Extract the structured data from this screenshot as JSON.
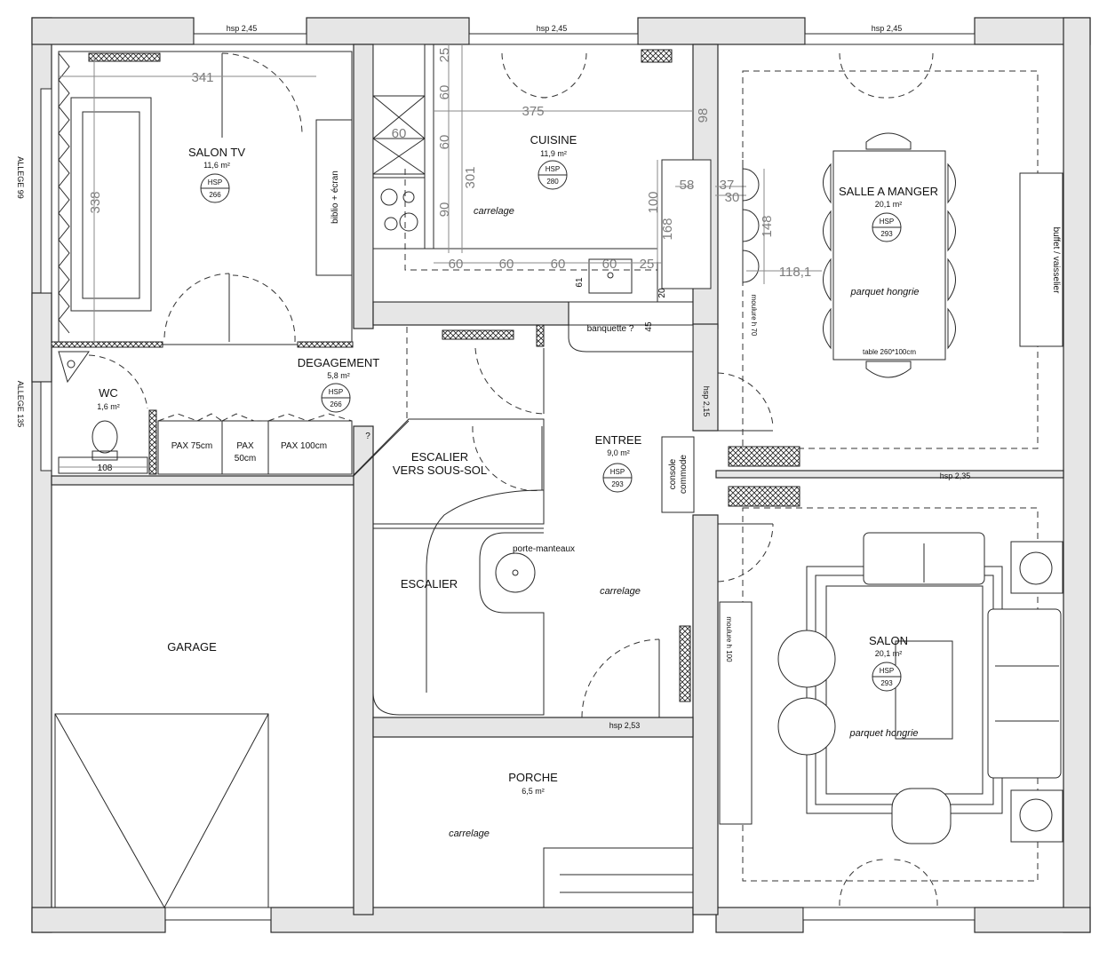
{
  "rooms": {
    "salon_tv": {
      "name": "SALON TV",
      "area": "11,6 m²",
      "hsp": "266"
    },
    "cuisine": {
      "name": "CUISINE",
      "area": "11,9 m²",
      "hsp": "280"
    },
    "salle_a_manger": {
      "name": "SALLE A MANGER",
      "area": "20,1 m²",
      "hsp": "293"
    },
    "degagement": {
      "name": "DEGAGEMENT",
      "area": "5,8 m²",
      "hsp": "266"
    },
    "wc": {
      "name": "WC",
      "area": "1,6 m²"
    },
    "entree": {
      "name": "ENTREE",
      "area": "9,0 m²",
      "hsp": "293"
    },
    "escalier_sous_sol": {
      "line1": "ESCALIER",
      "line2": "VERS SOUS-SOL"
    },
    "escalier": {
      "name": "ESCALIER"
    },
    "garage": {
      "name": "GARAGE"
    },
    "salon": {
      "name": "SALON",
      "area": "20,1 m²",
      "hsp": "293"
    },
    "porche": {
      "name": "PORCHE",
      "area": "6,5 m²"
    }
  },
  "hsp_label": "HSP",
  "ceiling_heights": {
    "top_left": "hsp 2,45",
    "top_middle": "hsp 2,45",
    "top_right": "hsp 2,45",
    "entree_side": "hsp 2,15",
    "salon_divider": "hsp 2,35",
    "front_door": "hsp 2,53"
  },
  "sills": {
    "left_top": "ALLEGE 99",
    "left_middle": "ALLEGE 135"
  },
  "furniture": {
    "biblio": "biblio + écran",
    "pax_75": "PAX 75cm",
    "pax_50_line1": "PAX",
    "pax_50_line2": "50cm",
    "pax_100": "PAX 100cm",
    "question_mark": "?",
    "banquette": "banquette ?",
    "console_line1": "console",
    "console_line2": "commode",
    "porte_manteaux": "porte-manteaux",
    "table": "table 260*100cm",
    "buffet": "buffet / vaisselier",
    "moulure_70": "moulure h 70",
    "moulure_100": "moulure h 100"
  },
  "floor_finishes": {
    "cuisine": "carrelage",
    "entree": "carrelage",
    "porche": "carrelage",
    "salle_a_manger": "parquet hongrie",
    "salon": "parquet hongrie"
  },
  "dimensions": {
    "salon_tv_width": "341",
    "salon_tv_height": "338",
    "wc_width": "108",
    "cuisine_width": "375",
    "cuisine_height": "301",
    "cuisine_25_top": "25",
    "cuisine_60_a": "60",
    "cuisine_60_b": "60",
    "cuisine_60_corner": "60",
    "cuisine_90": "90",
    "cuisine_100": "100",
    "cuisine_168": "168",
    "cuisine_58": "58",
    "cuisine_37": "37",
    "cuisine_30": "30",
    "cuisine_98": "98",
    "counter_60_1": "60",
    "counter_60_2": "60",
    "counter_60_3": "60",
    "counter_60_4": "60",
    "counter_25": "25",
    "counter_61": "61",
    "counter_20": "20",
    "banquette_45": "45",
    "dining_148": "148",
    "dining_118": "118,1"
  }
}
